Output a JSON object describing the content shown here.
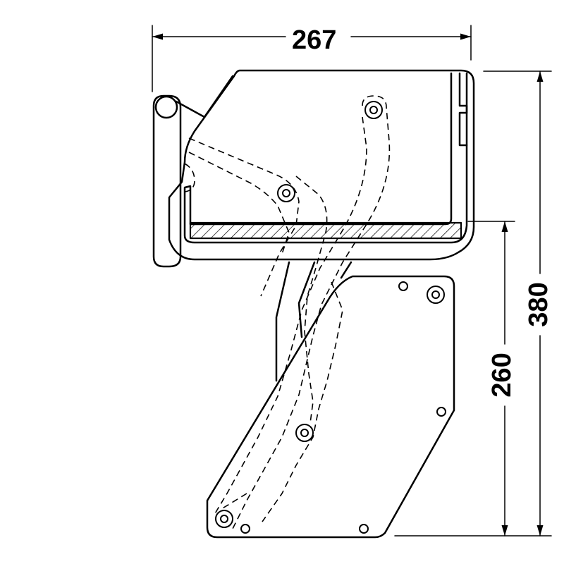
{
  "dimensions": {
    "width": "267",
    "height_lower": "260",
    "height_total": "380"
  },
  "colors": {
    "line": "#000000",
    "background": "#ffffff"
  }
}
